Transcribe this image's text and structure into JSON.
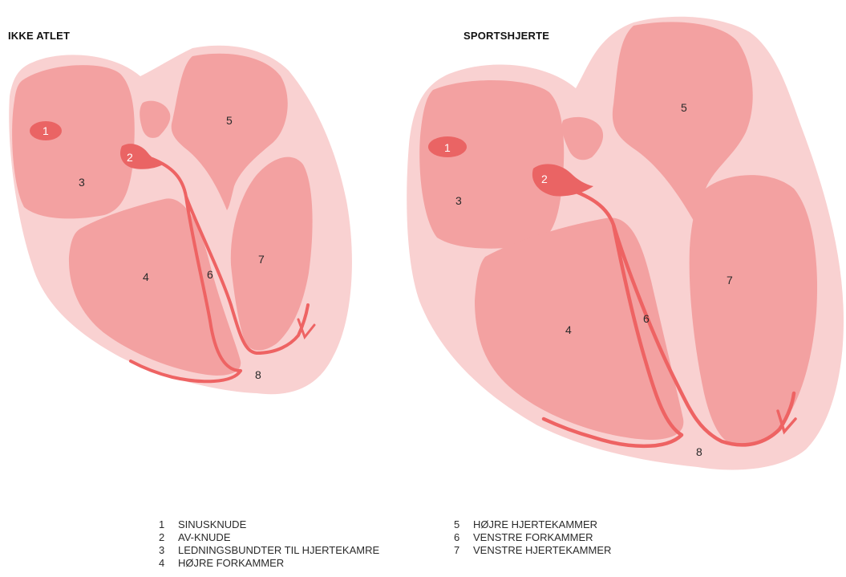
{
  "titles": {
    "left": "IKKE ATLET",
    "right": "SPORTSHJERTE"
  },
  "colors": {
    "outer": "#f9d1d1",
    "chamber": "#f3a1a1",
    "node": "#ea6464",
    "pathway": "#ee6363"
  },
  "left_heart": {
    "labels": [
      "1",
      "2",
      "3",
      "4",
      "5",
      "6",
      "7",
      "8"
    ]
  },
  "right_heart": {
    "labels": [
      "1",
      "2",
      "3",
      "4",
      "5",
      "6",
      "7",
      "8"
    ]
  },
  "legend": {
    "left": [
      {
        "n": "1",
        "text": "SINUSKNUDE"
      },
      {
        "n": "2",
        "text": "AV-KNUDE"
      },
      {
        "n": "3",
        "text": "LEDNINGSBUNDTER TIL HJERTEKAMRE"
      },
      {
        "n": "4",
        "text": "HØJRE FORKAMMER"
      }
    ],
    "right": [
      {
        "n": "5",
        "text": "HØJRE HJERTEKAMMER"
      },
      {
        "n": "6",
        "text": "VENSTRE FORKAMMER"
      },
      {
        "n": "7",
        "text": "VENSTRE HJERTEKAMMER"
      }
    ]
  }
}
